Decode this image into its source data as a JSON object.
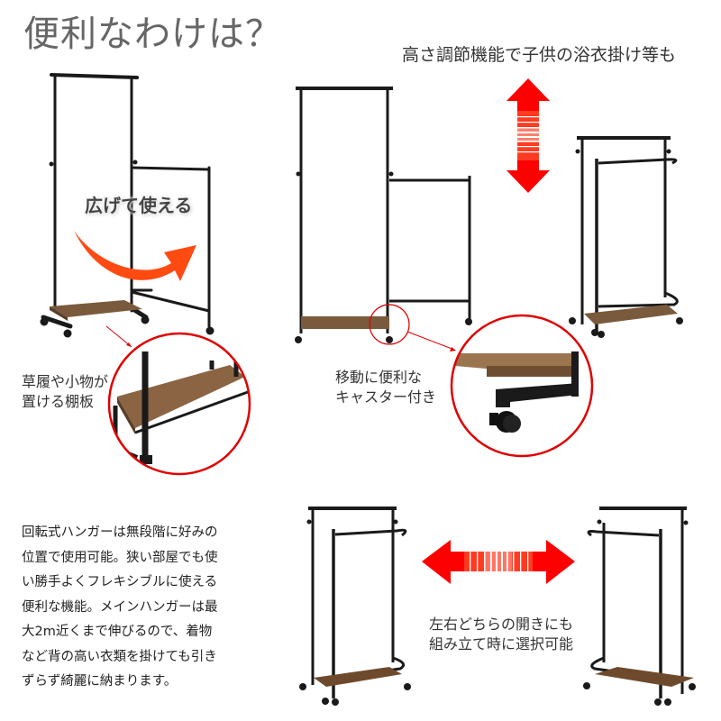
{
  "header": {
    "title": "便利なわけは？"
  },
  "height_section": {
    "caption": "高さ調節機能で子供の浴衣掛け等も",
    "arrow_icon": "vertical-double-arrow-icon"
  },
  "spread_section": {
    "label": "広げて使える",
    "arrow_icon": "curved-arrow-right-icon"
  },
  "shelf_callout": {
    "lines": [
      "草履や小物が",
      "置ける棚板"
    ]
  },
  "caster_callout": {
    "lines": [
      "移動に便利な",
      "キャスター付き"
    ]
  },
  "description": {
    "lines": [
      "回転式ハンガーは無段階に好みの",
      "位置で使用可能。狭い部屋でも使",
      "い勝手よくフレキシブルに使える",
      "便利な機能。メインハンガーは最",
      "大2m近くまで伸びるので、着物",
      "など背の高い衣類を掛けても引き",
      "ずらず綺麗に納まります。"
    ]
  },
  "orientation_section": {
    "lines": [
      "左右どちらの開きにも",
      "組み立て時に選択可能"
    ],
    "arrow_icon": "horizontal-double-arrow-icon"
  },
  "colors": {
    "accent_red": "#ff0000",
    "arrow_orange": "#ff4a12",
    "frame_black": "#1a1a1a",
    "wood_brown": "#7a5a3c",
    "title_gray": "#666666"
  }
}
